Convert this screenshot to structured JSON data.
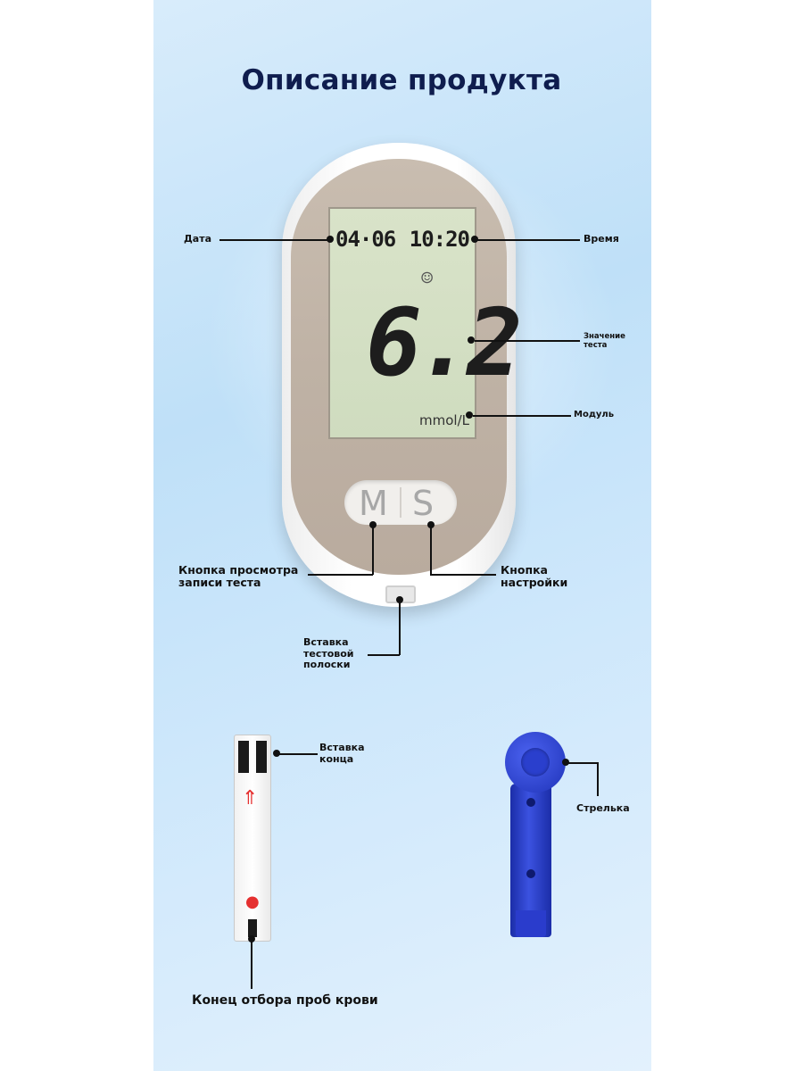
{
  "title": "Описание продукта",
  "meter": {
    "lcd_date": "04·06",
    "lcd_time": "10:20",
    "lcd_value": "6.2",
    "lcd_unit": "mmol/L",
    "button_m": "M",
    "button_s": "S"
  },
  "labels": {
    "date": "Дата",
    "time": "Время",
    "test_value_line1": "Значение",
    "test_value_line2": "теста",
    "module": "Модуль",
    "view_button_line1": "Кнопка просмотра",
    "view_button_line2": "записи теста",
    "settings_button_line1": "Кнопка",
    "settings_button_line2": "настройки",
    "strip_slot_line1": "Вставка",
    "strip_slot_line2": "тестовой",
    "strip_slot_line3": "полоски",
    "strip_end_line1": "Вставка",
    "strip_end_line2": "конца",
    "lancet": "Стрелька",
    "blood_end": "Конец отбора проб крови"
  },
  "colors": {
    "title": "#0f1d4e",
    "lancet": "#2a3fcd",
    "strip_mark": "#e53030"
  }
}
